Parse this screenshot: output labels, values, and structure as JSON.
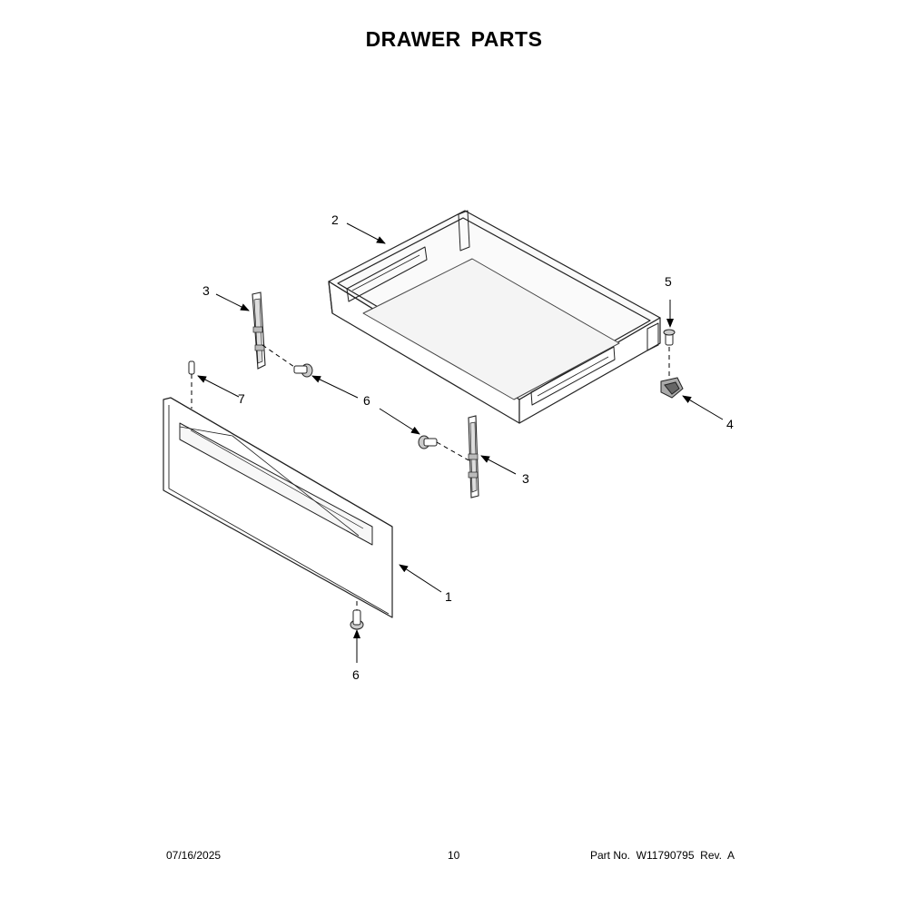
{
  "title": "DRAWER  PARTS",
  "callouts": [
    {
      "id": "c1",
      "label": "1"
    },
    {
      "id": "c2",
      "label": "2"
    },
    {
      "id": "c3a",
      "label": "3"
    },
    {
      "id": "c3b",
      "label": "3"
    },
    {
      "id": "c4",
      "label": "4"
    },
    {
      "id": "c5",
      "label": "5"
    },
    {
      "id": "c6a",
      "label": "6"
    },
    {
      "id": "c6b",
      "label": "6"
    },
    {
      "id": "c7",
      "label": "7"
    }
  ],
  "footer": {
    "date": "07/16/2025",
    "page": "10",
    "part_info": "Part No.  W11790795  Rev.  A"
  }
}
